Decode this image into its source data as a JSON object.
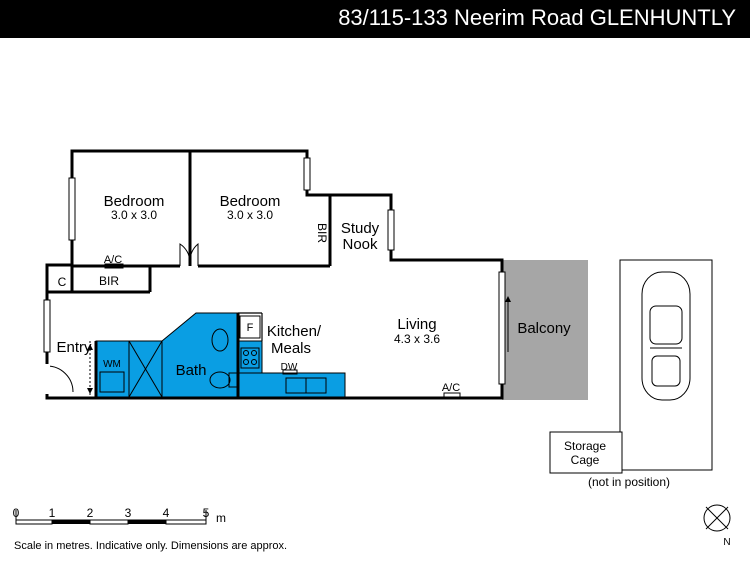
{
  "header": {
    "address": "83/115-133 Neerim Road GLENHUNTLY"
  },
  "rooms": {
    "bedroom1": {
      "name": "Bedroom",
      "dims": "3.0 x 3.0"
    },
    "bedroom2": {
      "name": "Bedroom",
      "dims": "3.0 x 3.0"
    },
    "study": {
      "line1": "Study",
      "line2": "Nook"
    },
    "living": {
      "name": "Living",
      "dims": "4.3 x 3.6"
    },
    "kitchen": {
      "line1": "Kitchen/",
      "line2": "Meals"
    },
    "bath": {
      "name": "Bath"
    },
    "entry": {
      "name": "Entry"
    },
    "balcony": {
      "name": "Balcony"
    },
    "storage": {
      "line1": "Storage",
      "line2": "Cage"
    }
  },
  "fixtures": {
    "ac1": "A/C",
    "ac2": "A/C",
    "bir1": "BIR",
    "bir2": "BIR",
    "cupboard": "C",
    "fridge": "F",
    "dishwasher": "DW",
    "washing_machine": "WM"
  },
  "notes": {
    "storage_position": "(not in position)",
    "disclaimer": "Scale in metres. Indicative only. Dimensions are approx."
  },
  "scale": {
    "ticks": [
      "0",
      "1",
      "2",
      "3",
      "4",
      "5"
    ],
    "unit": "m"
  },
  "compass": {
    "north": "N"
  },
  "colors": {
    "wet_area": "#0a9ee3",
    "balcony": "#a6a6a6",
    "walls": "#000000"
  }
}
